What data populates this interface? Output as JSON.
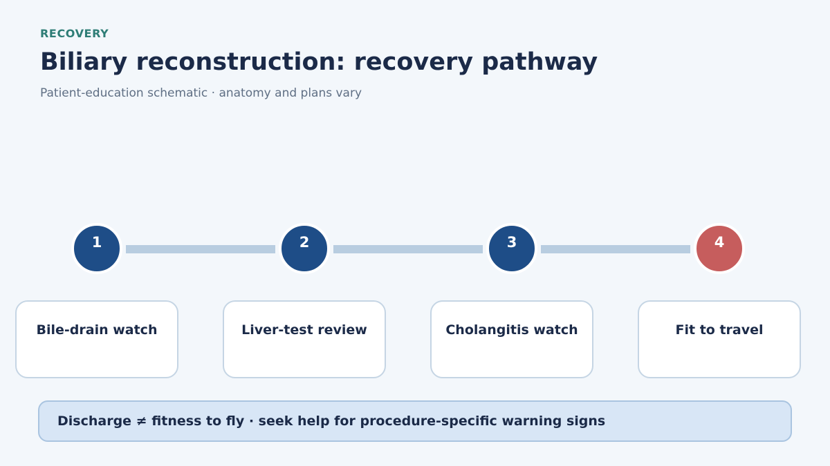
{
  "header": {
    "eyebrow": "RECOVERY",
    "title": "Biliary reconstruction: recovery pathway",
    "subtitle": "Patient-education schematic · anatomy and plans vary"
  },
  "steps": [
    {
      "number": "1",
      "label": "Bile-drain watch",
      "color": "#1e4d87"
    },
    {
      "number": "2",
      "label": "Liver-test review",
      "color": "#1e4d87"
    },
    {
      "number": "3",
      "label": "Cholangitis watch",
      "color": "#1e4d87"
    },
    {
      "number": "4",
      "label": "Fit to travel",
      "color": "#c65d5d"
    }
  ],
  "note": {
    "text": "Discharge ≠ fitness to fly · seek help for procedure-specific warning signs"
  }
}
